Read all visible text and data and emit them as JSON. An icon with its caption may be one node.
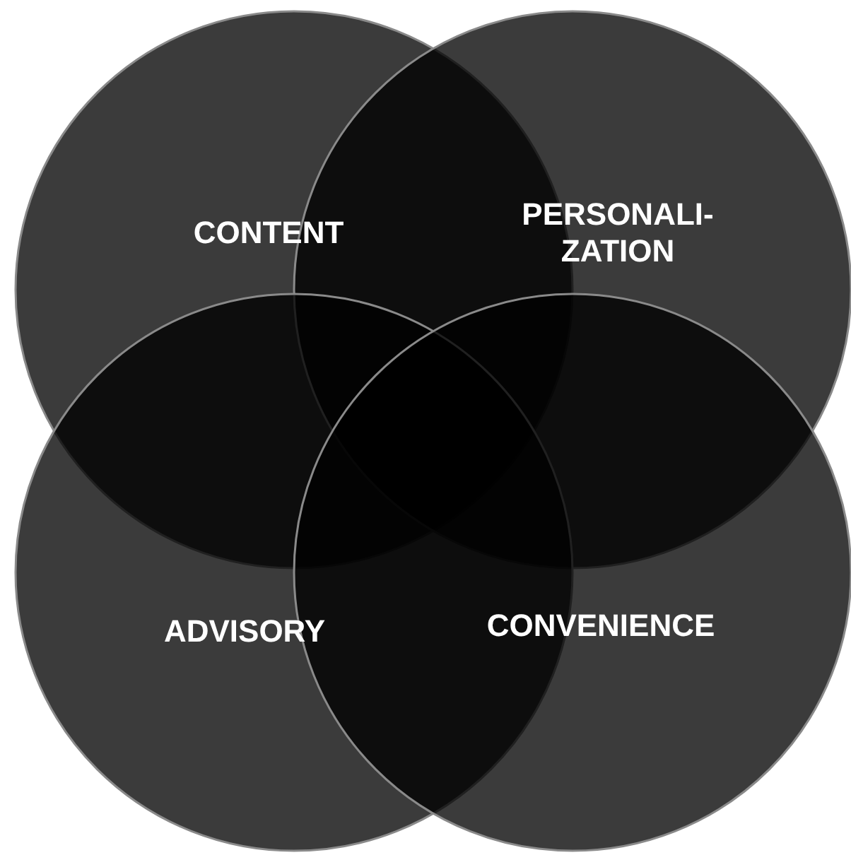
{
  "diagram": {
    "nodes": [
      {
        "text": [
          "CONTENT"
        ]
      },
      {
        "text": [
          "PERSONALI- ZATION"
        ]
      },
      {
        "text": [
          "ADVISORY"
        ]
      },
      {
        "text": [
          "CONVENIENCE"
        ]
      }
    ]
  }
}
